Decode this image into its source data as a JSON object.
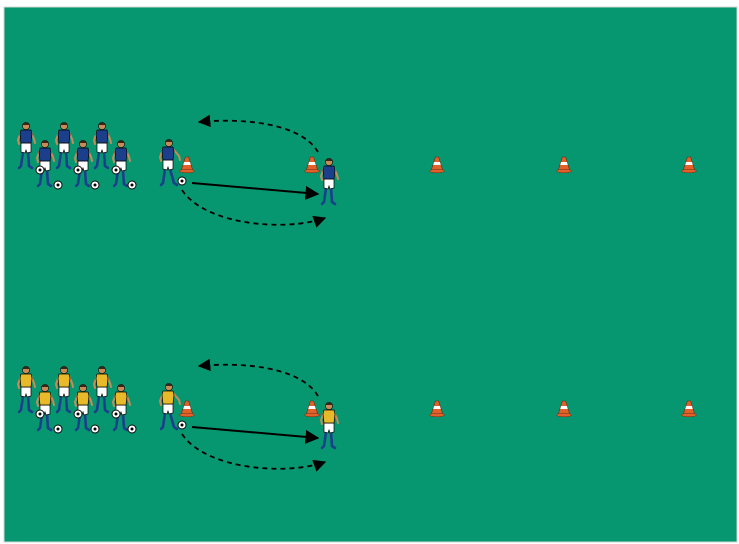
{
  "colors": {
    "pitch": "#079770",
    "pitch_border": "#cfd8d4",
    "blue_shirt": "#1c3f8c",
    "yellow_shirt": "#e8b929",
    "shorts": "#ffffff",
    "skin": "#c98a5a",
    "socks": "#1c3f8c",
    "cone_orange": "#e2612b",
    "cone_white": "#ffffff",
    "arrow": "#000000",
    "ball": "#ffffff"
  },
  "icons": {
    "cone": "training-cone-icon",
    "ball": "soccer-ball-icon",
    "player": "soccer-player-icon"
  },
  "drill": {
    "lanes": [
      {
        "team": "blue",
        "queue_count": 6,
        "active_player": "dribbler",
        "receiver": "blue-shirt",
        "cones": 5
      },
      {
        "team": "yellow",
        "queue_count": 6,
        "active_player": "dribbler",
        "receiver": "yellow-shirt",
        "cones": 5
      }
    ],
    "arrow_types": [
      "pass-solid",
      "run-dashed-return",
      "run-dashed-follow"
    ]
  }
}
